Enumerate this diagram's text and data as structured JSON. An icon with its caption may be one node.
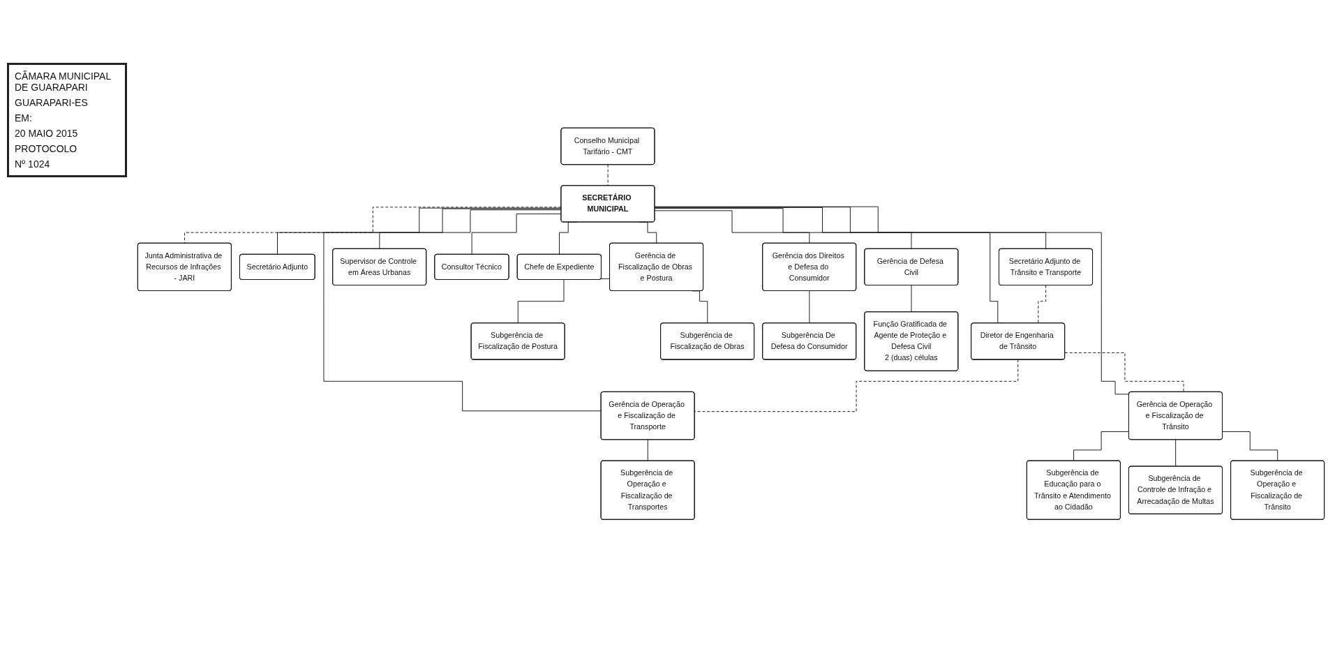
{
  "diagram": {
    "nodes": [
      {
        "text": [
          "SECRETÁRIO MUNICIPAL"
        ]
      },
      {
        "text": [
          "Conselho Municipal Tarifário - CMT"
        ]
      },
      {
        "text": [
          "Junta Administrativa de Recursos de Infrações - JARI"
        ]
      },
      {
        "text": [
          "Secretário Adjunto"
        ]
      },
      {
        "text": [
          "Secretário Adjunto de Trânsito e Transporte"
        ]
      },
      {
        "text": [
          "Supervisor de Controle em Áreas Urbanas"
        ]
      },
      {
        "text": [
          "Consultor Técnico"
        ]
      },
      {
        "text": [
          "Chefe de Expediente"
        ]
      },
      {
        "text": [
          "Diretor de Engenharia de Trânsito"
        ]
      },
      {
        "text": [
          "Gerência de Fiscalização de Obras e Postura"
        ]
      },
      {
        "text": [
          "Gerência dos Direitos e Defesa do Consumidor"
        ]
      },
      {
        "text": [
          "Gerência de Defesa Civil"
        ]
      },
      {
        "text": [
          "Gerência de Operação e Fiscalização de Transporte"
        ]
      },
      {
        "text": [
          "Gerência de Operação e Fiscalização de Trânsito"
        ]
      },
      {
        "text": [
          "Subgerência de Fiscalização de Postura"
        ]
      },
      {
        "text": [
          "Subgerência de Fiscalização de Obras"
        ]
      },
      {
        "text": [
          "Subgerência De Defesa do Consumidor"
        ]
      },
      {
        "text": [
          "Função Gratificada de Agente de Proteção e Defesa Civil",
          "2 (duas) células"
        ]
      },
      {
        "text": [
          "Subgerência de Operação e Fiscalização de Transportes"
        ]
      },
      {
        "text": [
          "Subgerência de Educação para o Trânsito e Atendimento ao Cidadão"
        ]
      },
      {
        "text": [
          "Subgerência de Controle de Infração e Arrecadação de Multas"
        ]
      },
      {
        "text": [
          "Subgerência de Operação e Fiscalização de Trânsito"
        ]
      }
    ],
    "edges": [
      {
        "from": 1,
        "to": 0,
        "arrow": "none",
        "style": "dashed"
      },
      {
        "from": 0,
        "to": 2,
        "arrow": "none",
        "style": "dashed"
      },
      {
        "from": 0,
        "to": 3,
        "arrow": "none"
      },
      {
        "from": 0,
        "to": 4,
        "arrow": "none"
      },
      {
        "from": 0,
        "to": 5,
        "arrow": "none"
      },
      {
        "from": 0,
        "to": 6,
        "arrow": "none"
      },
      {
        "from": 0,
        "to": 7,
        "arrow": "none"
      },
      {
        "from": 0,
        "to": 8,
        "arrow": "none"
      },
      {
        "from": 4,
        "to": 8,
        "arrow": "none",
        "style": "dashed"
      },
      {
        "from": 0,
        "to": 9,
        "arrow": "none"
      },
      {
        "from": 0,
        "to": 10,
        "arrow": "none"
      },
      {
        "from": 0,
        "to": 11,
        "arrow": "none"
      },
      {
        "from": 0,
        "to": 12,
        "arrow": "none"
      },
      {
        "from": 0,
        "to": 13,
        "arrow": "none"
      },
      {
        "from": 8,
        "to": 12,
        "arrow": "none",
        "style": "dashed"
      },
      {
        "from": 8,
        "to": 13,
        "arrow": "none",
        "style": "dashed"
      },
      {
        "from": 9,
        "to": 14,
        "arrow": "none"
      },
      {
        "from": 9,
        "to": 15,
        "arrow": "none"
      },
      {
        "from": 10,
        "to": 16,
        "arrow": "none"
      },
      {
        "from": 11,
        "to": 17,
        "arrow": "none"
      },
      {
        "from": 12,
        "to": 18,
        "arrow": "none"
      },
      {
        "from": 13,
        "to": 19,
        "arrow": "none"
      },
      {
        "from": 13,
        "to": 20,
        "arrow": "none"
      },
      {
        "from": 13,
        "to": 21,
        "arrow": "none"
      }
    ],
    "labels": [
      "CÂMARA MUNICIPAL DE GUARAPARI",
      "GUARAPARI-ES",
      "EM:",
      "20 MAIO 2015",
      "PROTOCOLO",
      "Nº 1024"
    ]
  }
}
